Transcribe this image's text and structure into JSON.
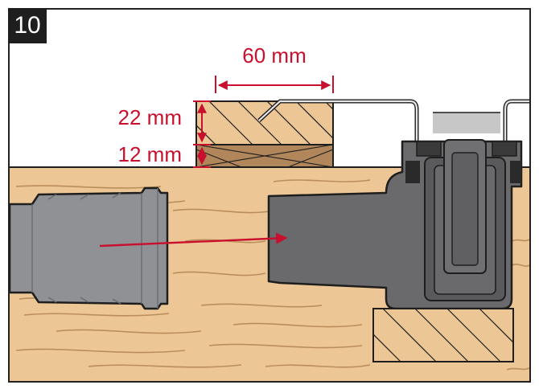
{
  "step": {
    "number": "10"
  },
  "dimensions": {
    "width_label": "60 mm",
    "upper_thickness_label": "22 mm",
    "lower_thickness_label": "12 mm"
  },
  "colors": {
    "accent": "#c8102e",
    "wood": "#ecc695",
    "wood_grain": "#b98e5a",
    "pipe": "#8f9195",
    "trap": "#6a6a6c",
    "outline": "#1e1e1e"
  }
}
